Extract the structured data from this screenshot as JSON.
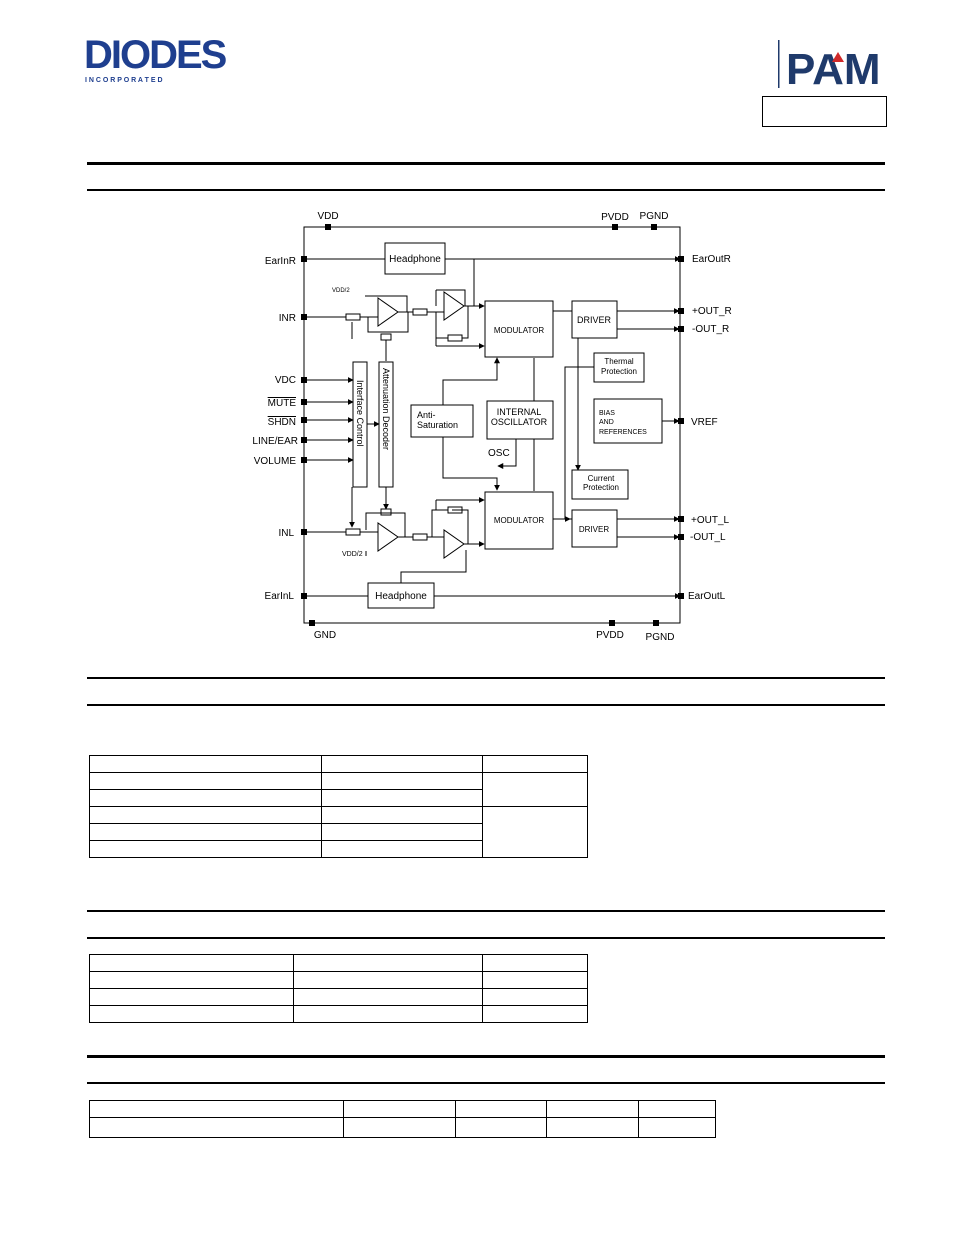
{
  "brand": {
    "diodes_logo_text": "DIODES",
    "diodes_logo_subtext": "I N C O R P O R A T E D",
    "pam_logo_text": "PAM",
    "colors": {
      "diodes_blue": "#1f3f8f",
      "pam_navy": "#1f3a6b",
      "pam_red": "#d02a2a"
    }
  },
  "block_diagram": {
    "pins_top": [
      "VDD",
      "PVDD",
      "PGND"
    ],
    "pins_bottom": [
      "GND",
      "PVDD",
      "PGND"
    ],
    "pins_left": [
      "EarInR",
      "INR",
      "VDC",
      "MUTE",
      "SHDN",
      "LINE/EAR",
      "VOLUME",
      "INL",
      "EarInL"
    ],
    "pins_right": [
      "EarOutR",
      "+OUT_R",
      "-OUT_R",
      "VREF",
      "+OUT_L",
      "-OUT_L",
      "EarOutL"
    ],
    "blocks": {
      "headphone_r": "Headphone",
      "headphone_l": "Headphone",
      "modulator_r": "MODULATOR",
      "modulator_l": "MODULATOR",
      "driver_r": "DRIVER",
      "driver_l": "DRIVER",
      "thermal_1": "Thermal",
      "thermal_2": "Protection",
      "bias_1": "BIAS",
      "bias_2": "AND",
      "bias_3": "REFERENCES",
      "antisat_1": "Anti-",
      "antisat_2": "Saturation",
      "osc_1": "INTERNAL",
      "osc_2": "OSCILLATOR",
      "osc_label": "OSC",
      "current_1": "Current",
      "current_2": "Protection",
      "interface": "Interface Control",
      "attenuation": "Attenuation Decoder",
      "vdd2_top": "VDD/2",
      "vdd2_bottom": "VDD/2",
      "amp_plus": "+",
      "amp_minus": "-"
    }
  }
}
